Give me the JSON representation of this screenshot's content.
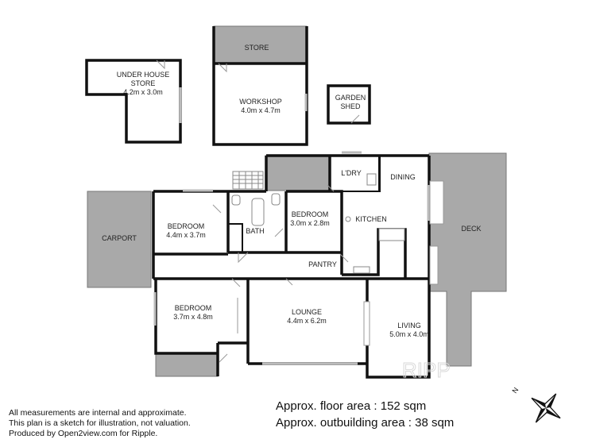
{
  "rooms": {
    "under_house_store": {
      "name": "UNDER HOUSE\nSTORE",
      "dims": "4.2m x 3.0m"
    },
    "store": {
      "name": "STORE"
    },
    "workshop": {
      "name": "WORKSHOP",
      "dims": "4.0m x 4.7m"
    },
    "garden_shed": {
      "name": "GARDEN\nSHED"
    },
    "ldry": {
      "name": "L'DRY"
    },
    "dining": {
      "name": "DINING"
    },
    "kitchen": {
      "name": "KITCHEN"
    },
    "deck": {
      "name": "DECK"
    },
    "carport": {
      "name": "CARPORT"
    },
    "bedroom1": {
      "name": "BEDROOM",
      "dims": "4.4m x 3.7m"
    },
    "bath": {
      "name": "BATH"
    },
    "bedroom2": {
      "name": "BEDROOM",
      "dims": "3.0m x 2.8m"
    },
    "pantry": {
      "name": "PANTRY"
    },
    "bedroom3": {
      "name": "BEDROOM",
      "dims": "3.7m x 4.8m"
    },
    "lounge": {
      "name": "LOUNGE",
      "dims": "4.4m x 6.2m"
    },
    "living": {
      "name": "LIVING",
      "dims": "5.0m x 4.0m"
    }
  },
  "areas": {
    "floor": "Approx. floor area : 152 sqm",
    "outbuilding": "Approx. outbuilding area : 38 sqm"
  },
  "disclaimer": {
    "line1": "All measurements are internal and approximate.",
    "line2": "This plan is a sketch for illustration, not valuation.",
    "line3": "Produced by Open2view.com for Ripple."
  },
  "compass": {
    "label": "N"
  },
  "colors": {
    "wall": "#111111",
    "outdoor": "#a9a9a9",
    "fixture": "#888888",
    "background": "#ffffff"
  }
}
